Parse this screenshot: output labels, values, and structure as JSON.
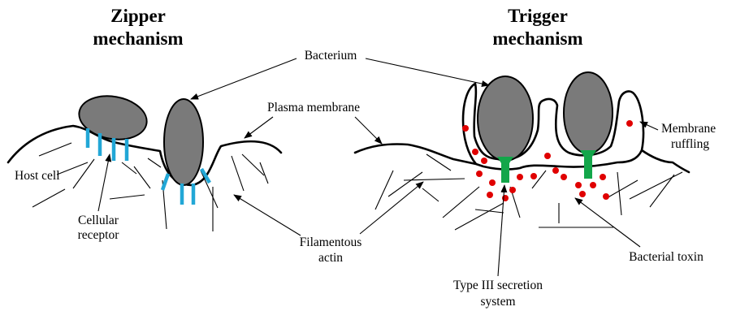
{
  "zipper": {
    "title_line1": "Zipper",
    "title_line2": "mechanism"
  },
  "trigger": {
    "title_line1": "Trigger",
    "title_line2": "mechanism"
  },
  "labels": {
    "bacterium": "Bacterium",
    "plasma_membrane": "Plasma membrane",
    "membrane_ruffling_line1": "Membrane",
    "membrane_ruffling_line2": "ruffling",
    "host_cell": "Host cell",
    "cellular_receptor_line1": "Cellular",
    "cellular_receptor_line2": "receptor",
    "filamentous_actin_line1": "Filamentous",
    "filamentous_actin_line2": "actin",
    "bacterial_toxin": "Bacterial toxin",
    "type3_line1": "Type III secretion",
    "type3_line2": "system"
  },
  "colors": {
    "bacterium_fill": "#7a7a7a",
    "receptor": "#22a7d6",
    "toxin": "#e00000",
    "secretion_system": "#13a64a"
  }
}
